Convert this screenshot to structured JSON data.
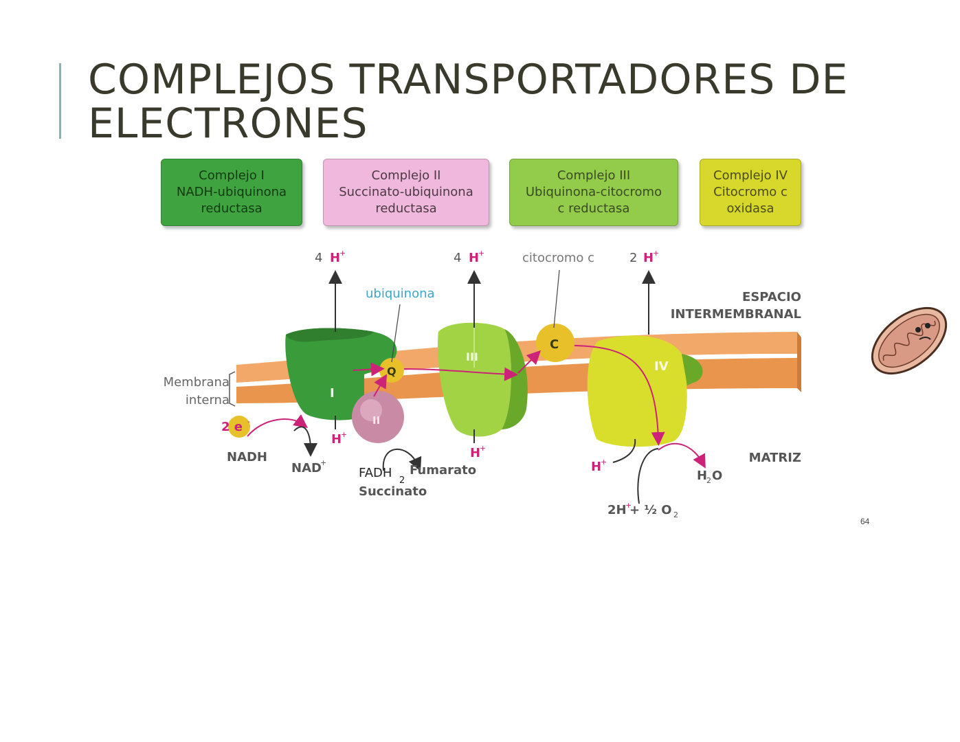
{
  "slide": {
    "title_line1": "COMPLEJOS TRANSPORTADORES DE",
    "title_line2": "ELECTRONES",
    "page_number": "64"
  },
  "complexes": [
    {
      "line1": "Complejo I",
      "line2": "NADH-ubiquinona",
      "line3": "reductasa",
      "color": "#3fa33f"
    },
    {
      "line1": "Complejo II",
      "line2": "Succinato-ubiquinona",
      "line3": "reductasa",
      "color": "#f0b8dc"
    },
    {
      "line1": "Complejo III",
      "line2": "Ubiquinona-citocromo",
      "line3": "c reductasa",
      "color": "#92cc4a"
    },
    {
      "line1": "Complejo IV",
      "line2": "Citocromo c",
      "line3": "oxidasa",
      "color": "#d8d82c"
    }
  ],
  "labels": {
    "pump_1_count": "4",
    "pump_3_count": "4",
    "pump_4_count": "2",
    "proton": "H",
    "proton_charge": "+",
    "cytochrome_c": "citocromo c",
    "ubiquinone": "ubiquinona",
    "space_line1": "ESPACIO",
    "space_line2": "INTERMEMBRANAL",
    "membrane_line1": "Membrana",
    "membrane_line2": "interna",
    "matrix": "MATRIZ",
    "electrons": "2 e",
    "electron_charge": "-",
    "nadh": "NADH",
    "nad": "NAD",
    "fadh2": "FADH",
    "fadh2_sub": "2",
    "fumarate": "Fumarato",
    "succinate": "Succinato",
    "water": "H",
    "water_sub": "2",
    "water_o": "O",
    "oxygen_reaction": "2H",
    "oxygen_reaction_rest": " + ½ O",
    "oxygen_sub": "2",
    "complex_I": "I",
    "complex_II": "II",
    "complex_III": "III",
    "complex_IV": "IV",
    "q": "Q",
    "c": "C"
  }
}
